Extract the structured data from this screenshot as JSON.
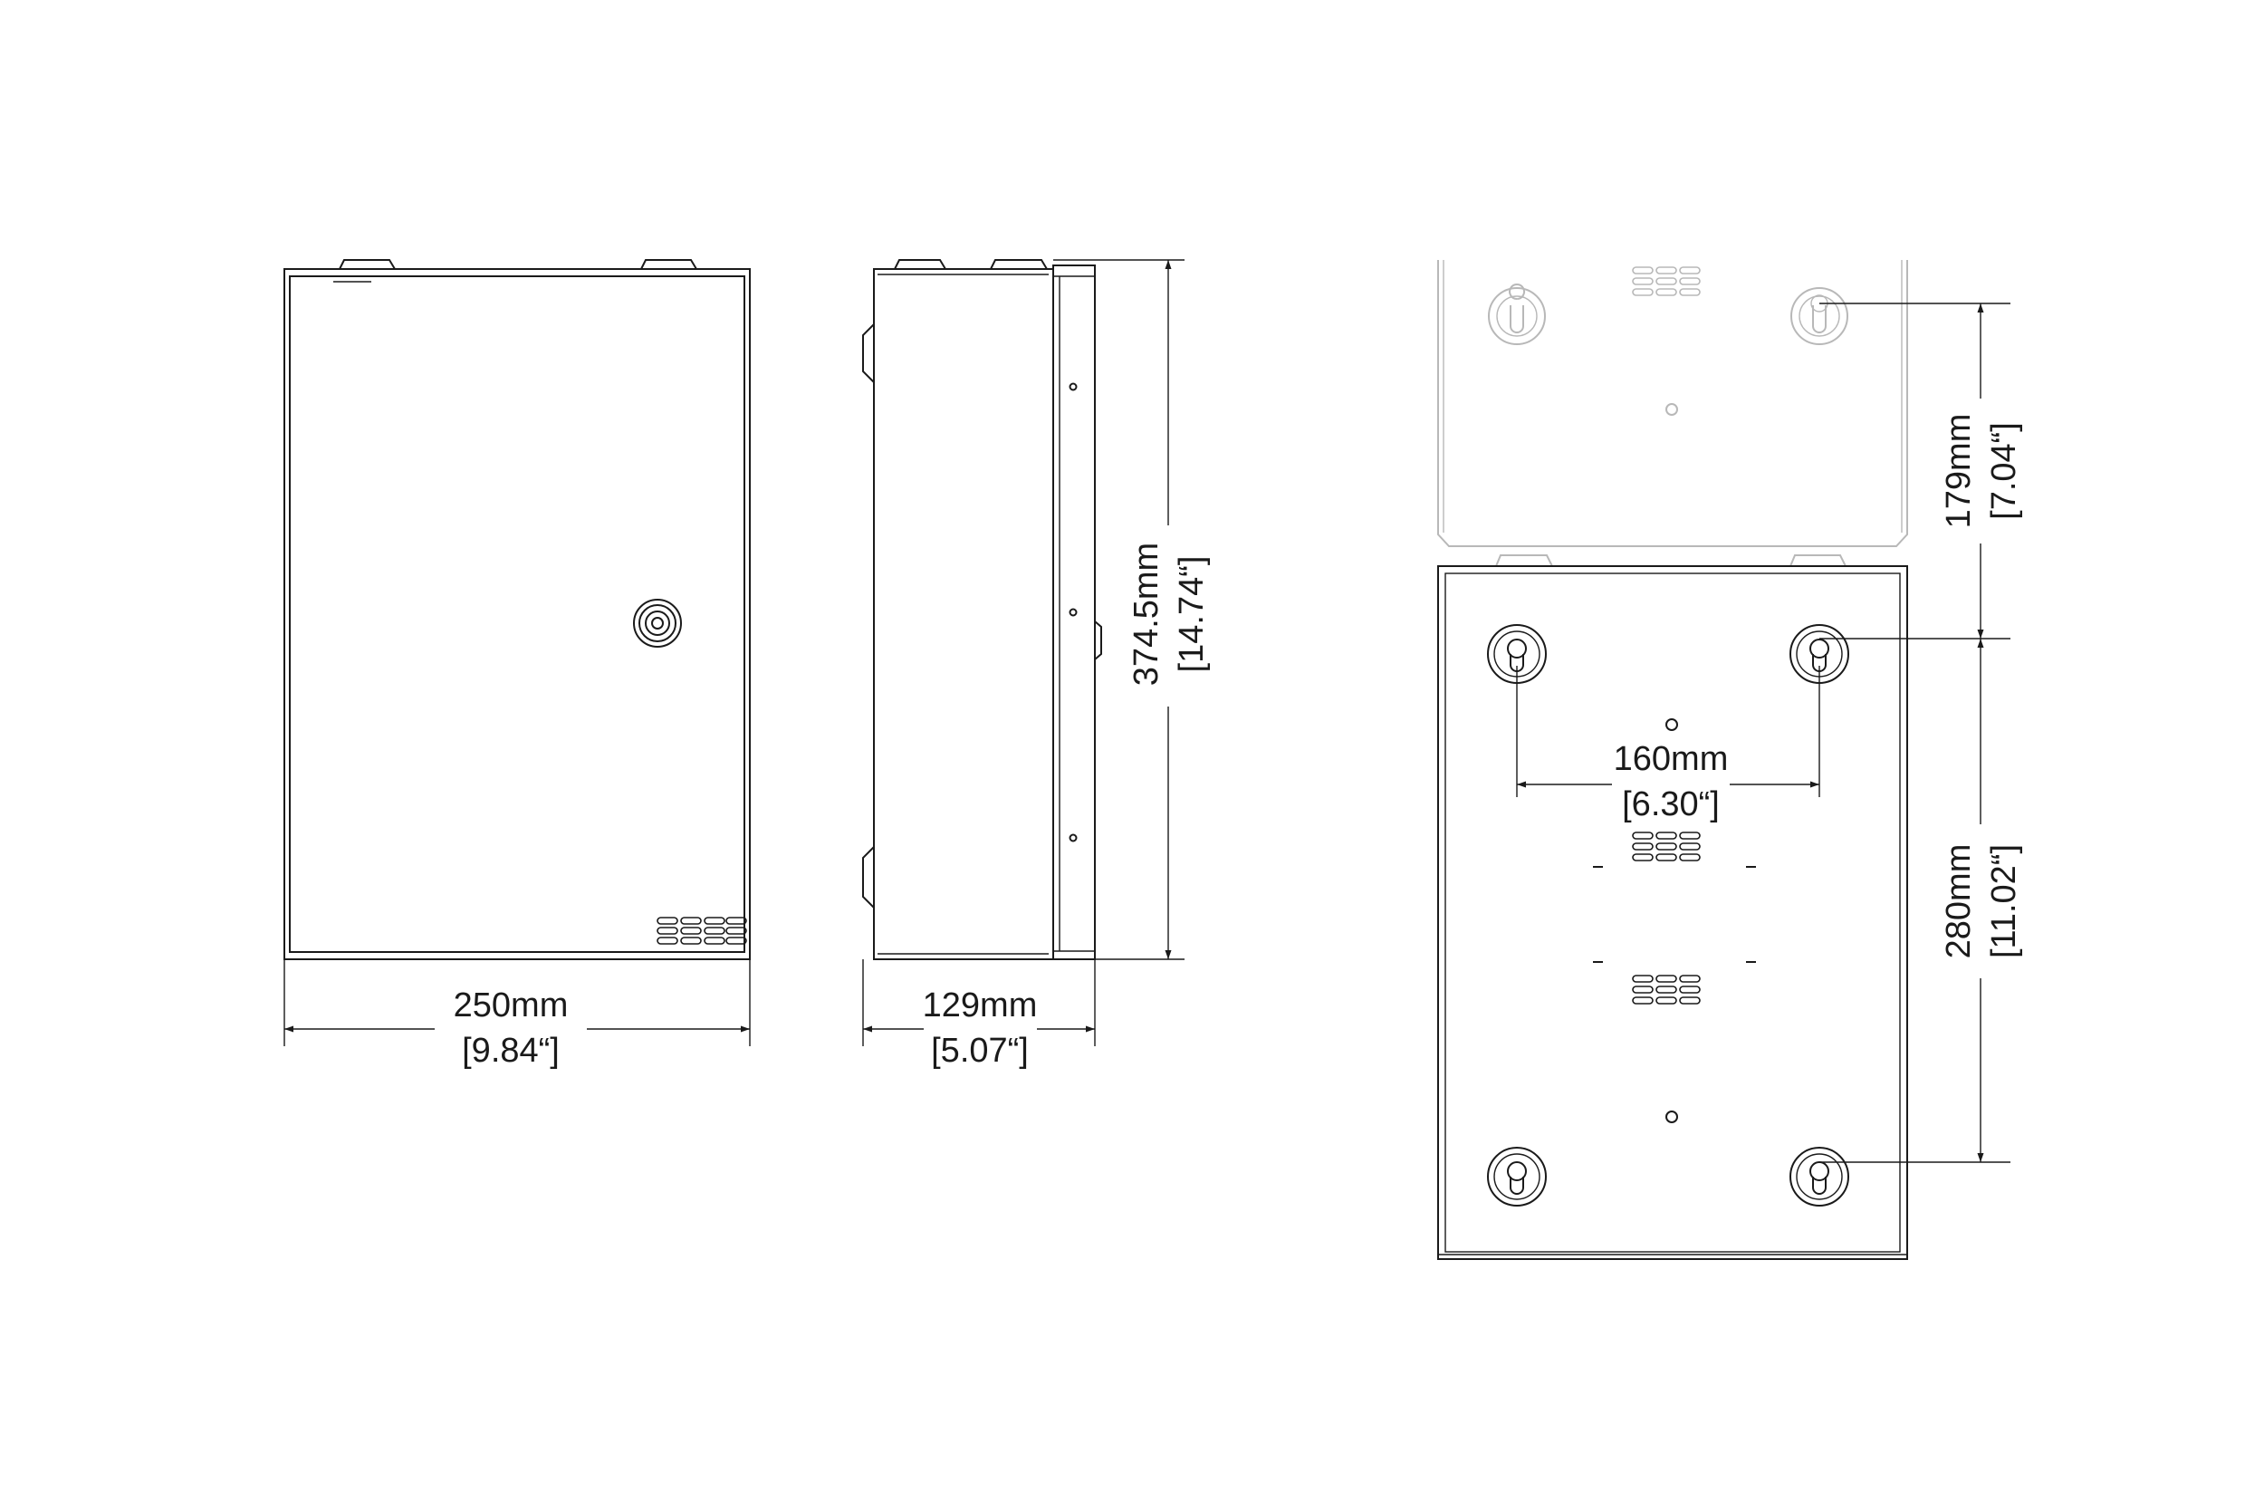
{
  "dimensions": {
    "front_width": {
      "mm": "250mm",
      "inch": "[9.84“]"
    },
    "side_depth": {
      "mm": "129mm",
      "inch": "[5.07“]"
    },
    "height": {
      "mm": "374.5mm",
      "inch": "[14.74“]"
    },
    "upper_extension": {
      "mm": "179mm",
      "inch": "[7.04“]"
    },
    "hole_vertical_spacing": {
      "mm": "280mm",
      "inch": "[11.02“]"
    },
    "hole_horizontal_spacing": {
      "mm": "160mm",
      "inch": "[6.30“]"
    }
  },
  "colors": {
    "line": "#1a1a1a",
    "ghost": "#b8b8b8",
    "background": "#ffffff"
  }
}
